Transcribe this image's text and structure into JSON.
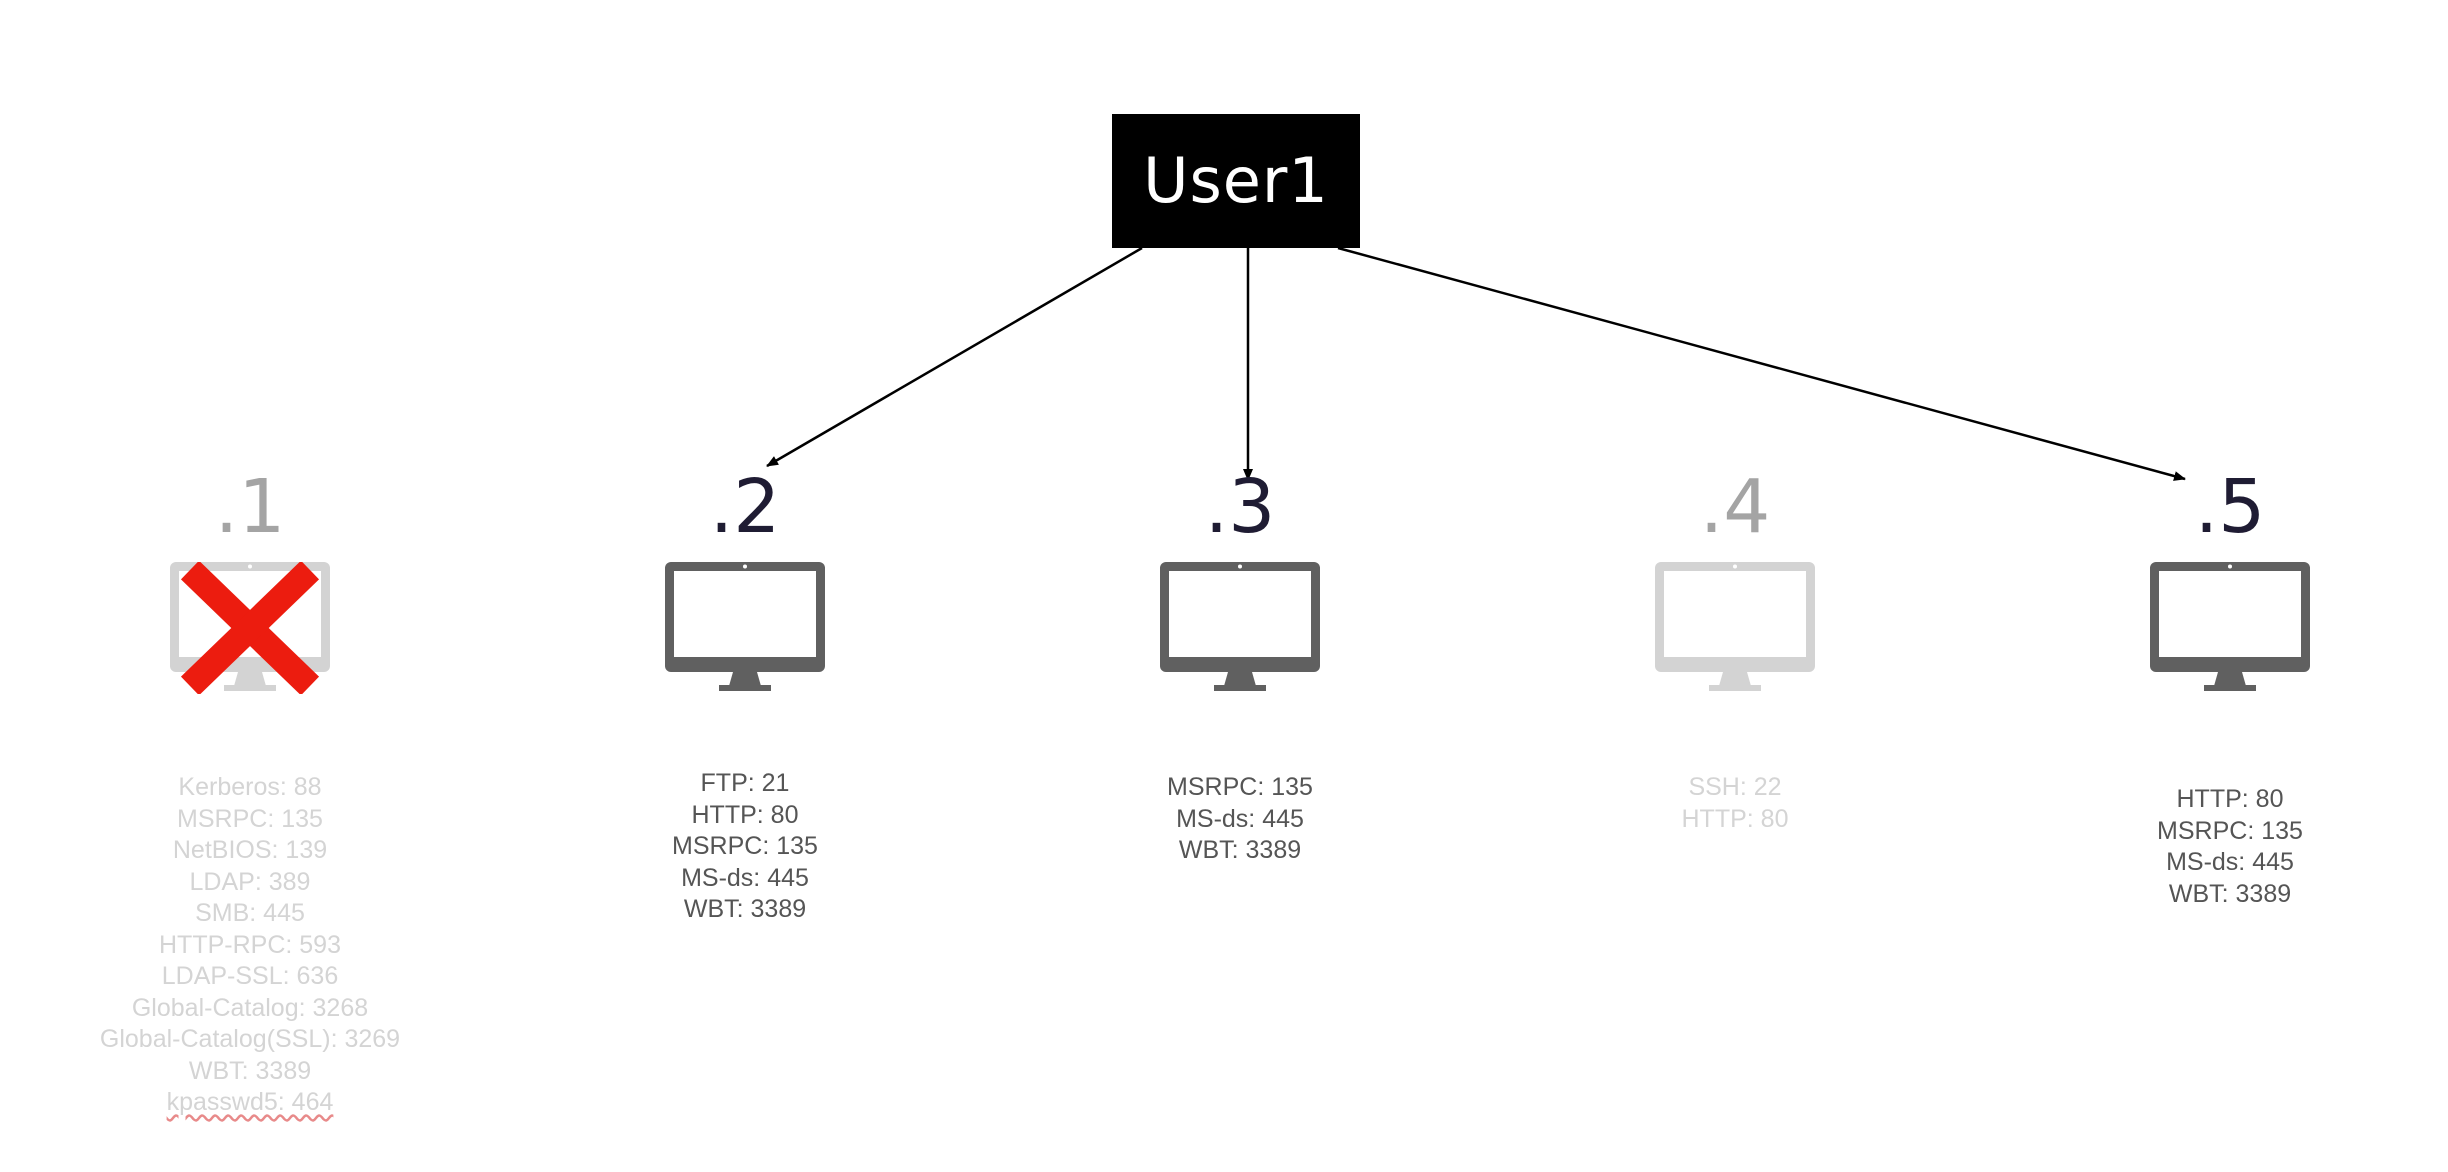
{
  "source": {
    "label": "User1"
  },
  "colors": {
    "active_monitor": "#606060",
    "muted_monitor": "#d3d3d3",
    "active_text": "#555555",
    "muted_text": "#d4d4d4",
    "active_number": "#1f1c33",
    "muted_number": "#a4a4a4",
    "cross": "#ec1c0f",
    "arrow": "#000000"
  },
  "hosts": [
    {
      "id": "h1",
      "number": ".1",
      "status": "compromised",
      "icon": "monitor-icon",
      "services": [
        "Kerberos: 88",
        "MSRPC: 135",
        "NetBIOS: 139",
        "LDAP: 389",
        "SMB: 445",
        "HTTP-RPC: 593",
        "LDAP-SSL: 636",
        "Global-Catalog: 3268",
        "Global-Catalog(SSL): 3269",
        "WBT: 3389",
        "kpasswd5: 464"
      ]
    },
    {
      "id": "h2",
      "number": ".2",
      "status": "active",
      "icon": "monitor-icon",
      "services": [
        "FTP: 21",
        "HTTP: 80",
        "MSRPC: 135",
        "MS-ds: 445",
        "WBT: 3389"
      ]
    },
    {
      "id": "h3",
      "number": ".3",
      "status": "active",
      "icon": "monitor-icon",
      "services": [
        "MSRPC: 135",
        "MS-ds: 445",
        "WBT: 3389"
      ]
    },
    {
      "id": "h4",
      "number": ".4",
      "status": "inactive",
      "icon": "monitor-icon",
      "services": [
        "SSH: 22",
        "HTTP: 80"
      ]
    },
    {
      "id": "h5",
      "number": ".5",
      "status": "active",
      "icon": "monitor-icon",
      "services": [
        "HTTP: 80",
        "MSRPC: 135",
        "MS-ds: 445",
        "WBT: 3389"
      ]
    }
  ],
  "edges": [
    {
      "from": "User1",
      "to": "h2"
    },
    {
      "from": "User1",
      "to": "h3"
    },
    {
      "from": "User1",
      "to": "h5"
    }
  ]
}
